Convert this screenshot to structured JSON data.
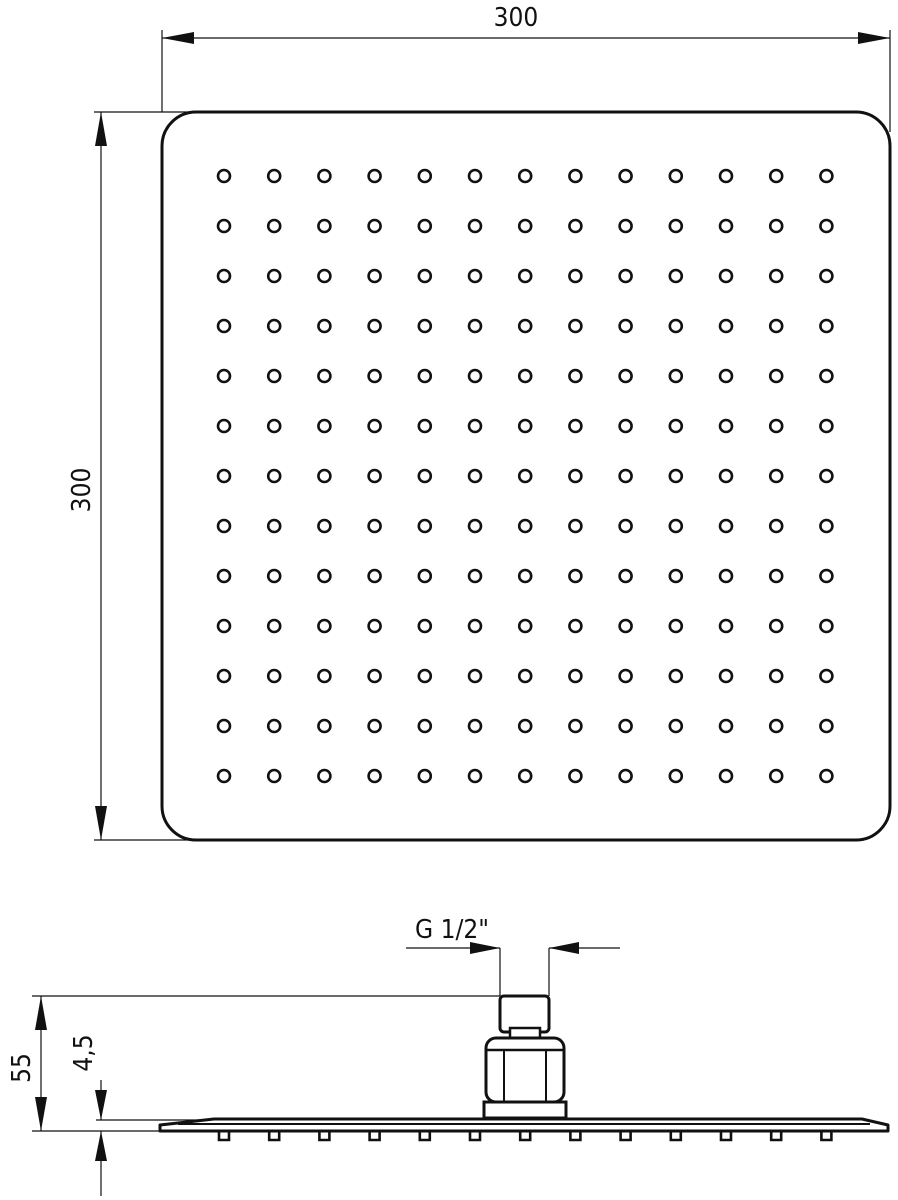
{
  "dimensions": {
    "top_width": "300",
    "left_height": "300",
    "thread": "G 1/2\"",
    "total_height": "55",
    "plate_thickness": "4,5"
  },
  "nozzles": {
    "rows": 13,
    "cols": 13
  },
  "colors": {
    "line": "#111111",
    "background": "#ffffff"
  }
}
